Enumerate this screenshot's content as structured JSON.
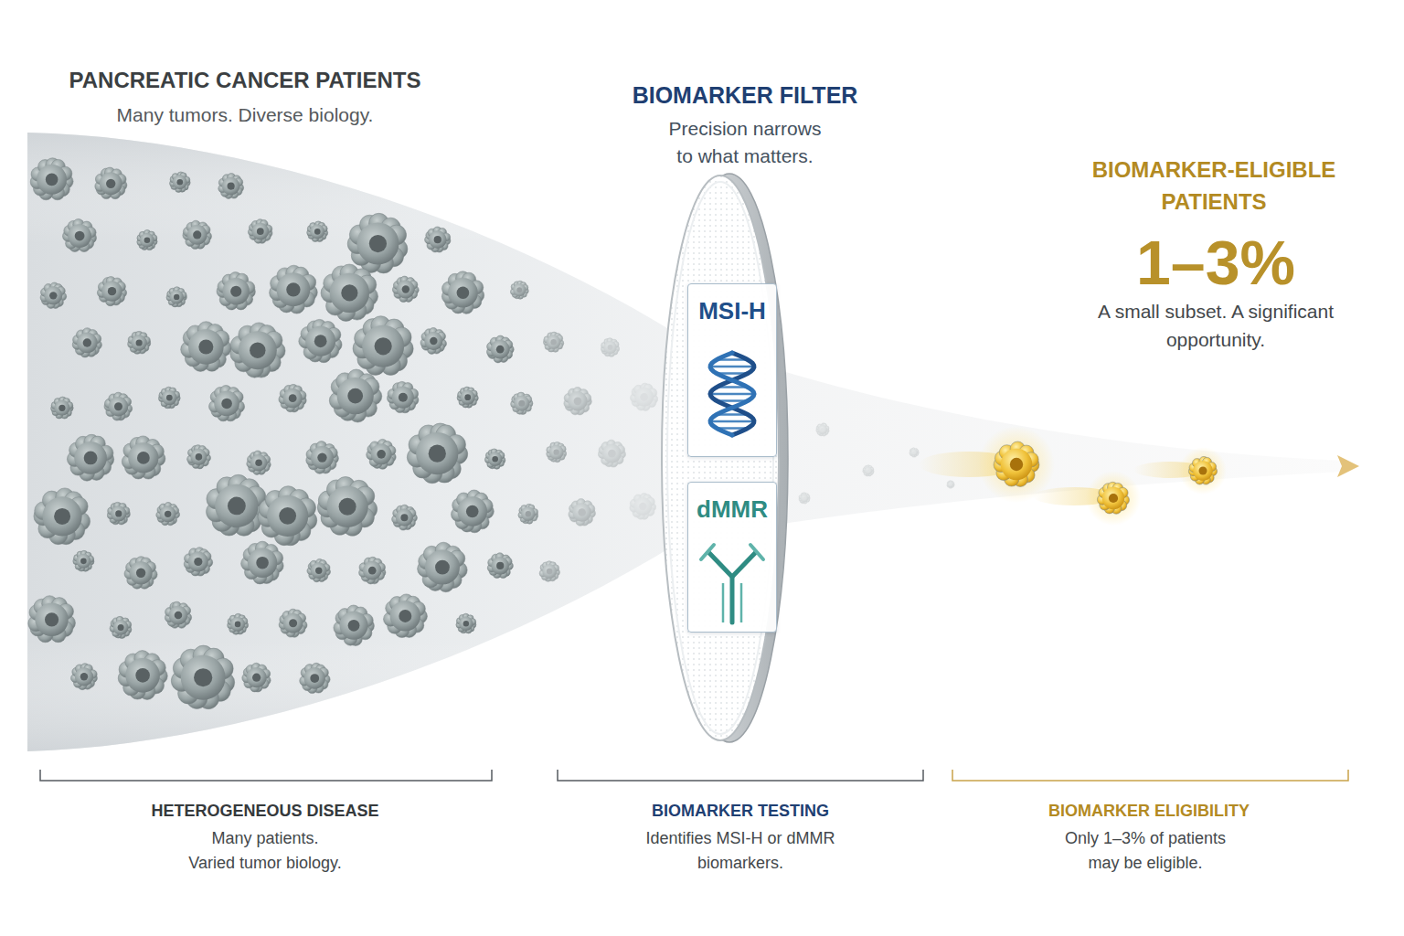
{
  "diagram": {
    "nodes": [
      {
        "text": [
          "BIOMARKER FILTER",
          "Precision narrows to what matters."
        ]
      },
      {
        "text": [
          "MSI-H"
        ],
        "in": 0
      },
      {
        "text": [
          "dMMR"
        ],
        "in": 0
      }
    ],
    "labels": [
      "PANCREATIC CANCER PATIENTS",
      "Many tumors. Diverse biology.",
      "BIOMARKER-ELIGIBLE PATIENTS",
      "1–3%",
      "A small subset. A significant opportunity.",
      "HETEROGENEOUS DISEASE",
      "Many patients. Varied tumor biology.",
      "BIOMARKER TESTING",
      "Identifies MSI-H or dMMR biomarkers.",
      "BIOMARKER ELIGIBILITY",
      "Only 1–3% of patients may be eligible."
    ]
  }
}
